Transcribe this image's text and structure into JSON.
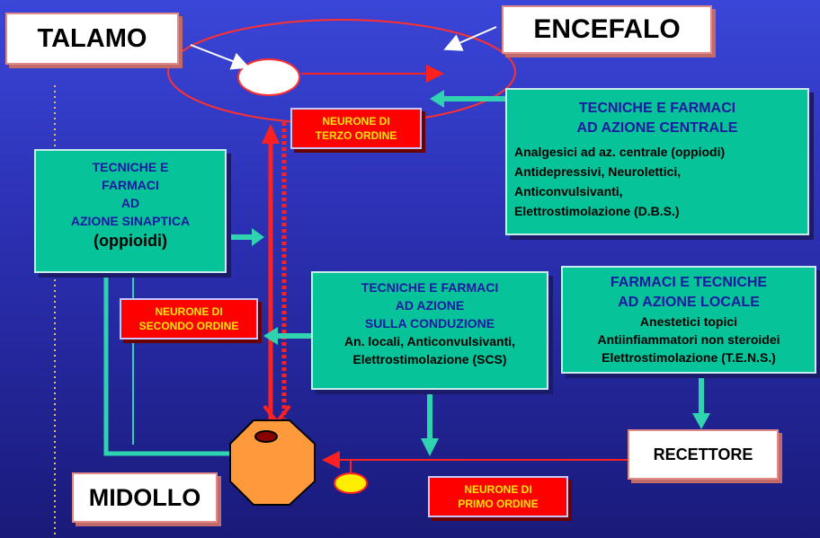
{
  "talamo": "TALAMO",
  "encefalo": "ENCEFALO",
  "midollo": "MIDOLLO",
  "recettore": "RECETTORE",
  "neurone_terzo": [
    "NEURONE DI",
    "TERZO ORDINE"
  ],
  "neurone_secondo": [
    "NEURONE DI",
    "SECONDO ORDINE"
  ],
  "neurone_primo": [
    "NEURONE  DI",
    "PRIMO ORDINE"
  ],
  "centrale": {
    "title": [
      "TECNICHE E FARMACI",
      "AD AZIONE CENTRALE"
    ],
    "items": [
      "Analgesici ad az. centrale (oppiodi)",
      "Antidepressivi, Neurolettici,",
      "Anticonvulsivanti,",
      "Elettrostimolazione (D.B.S.)"
    ]
  },
  "sinaptica": {
    "title": [
      "TECNICHE E",
      "FARMACI",
      "AD",
      "AZIONE  SINAPTICA"
    ],
    "sub": "(oppioidi)"
  },
  "conduzione": {
    "title": [
      "TECNICHE E FARMACI",
      "AD AZIONE",
      "SULLA CONDUZIONE"
    ],
    "items": [
      "An. locali, Anticonvulsivanti,",
      "Elettrostimolazione (SCS)"
    ]
  },
  "locale": {
    "title": [
      "FARMACI E TECNICHE",
      "AD AZIONE LOCALE"
    ],
    "items": [
      "Anestetici topici",
      "Antiinfiammatori non steroidei",
      "Elettrostimolazione (T.E.N.S.)"
    ]
  },
  "colors": {
    "accent_green": "#06c39a",
    "arrow_red": "#ff2020",
    "label_yellow": "#ffe600",
    "arrow_teal": "#2fd3b0"
  }
}
